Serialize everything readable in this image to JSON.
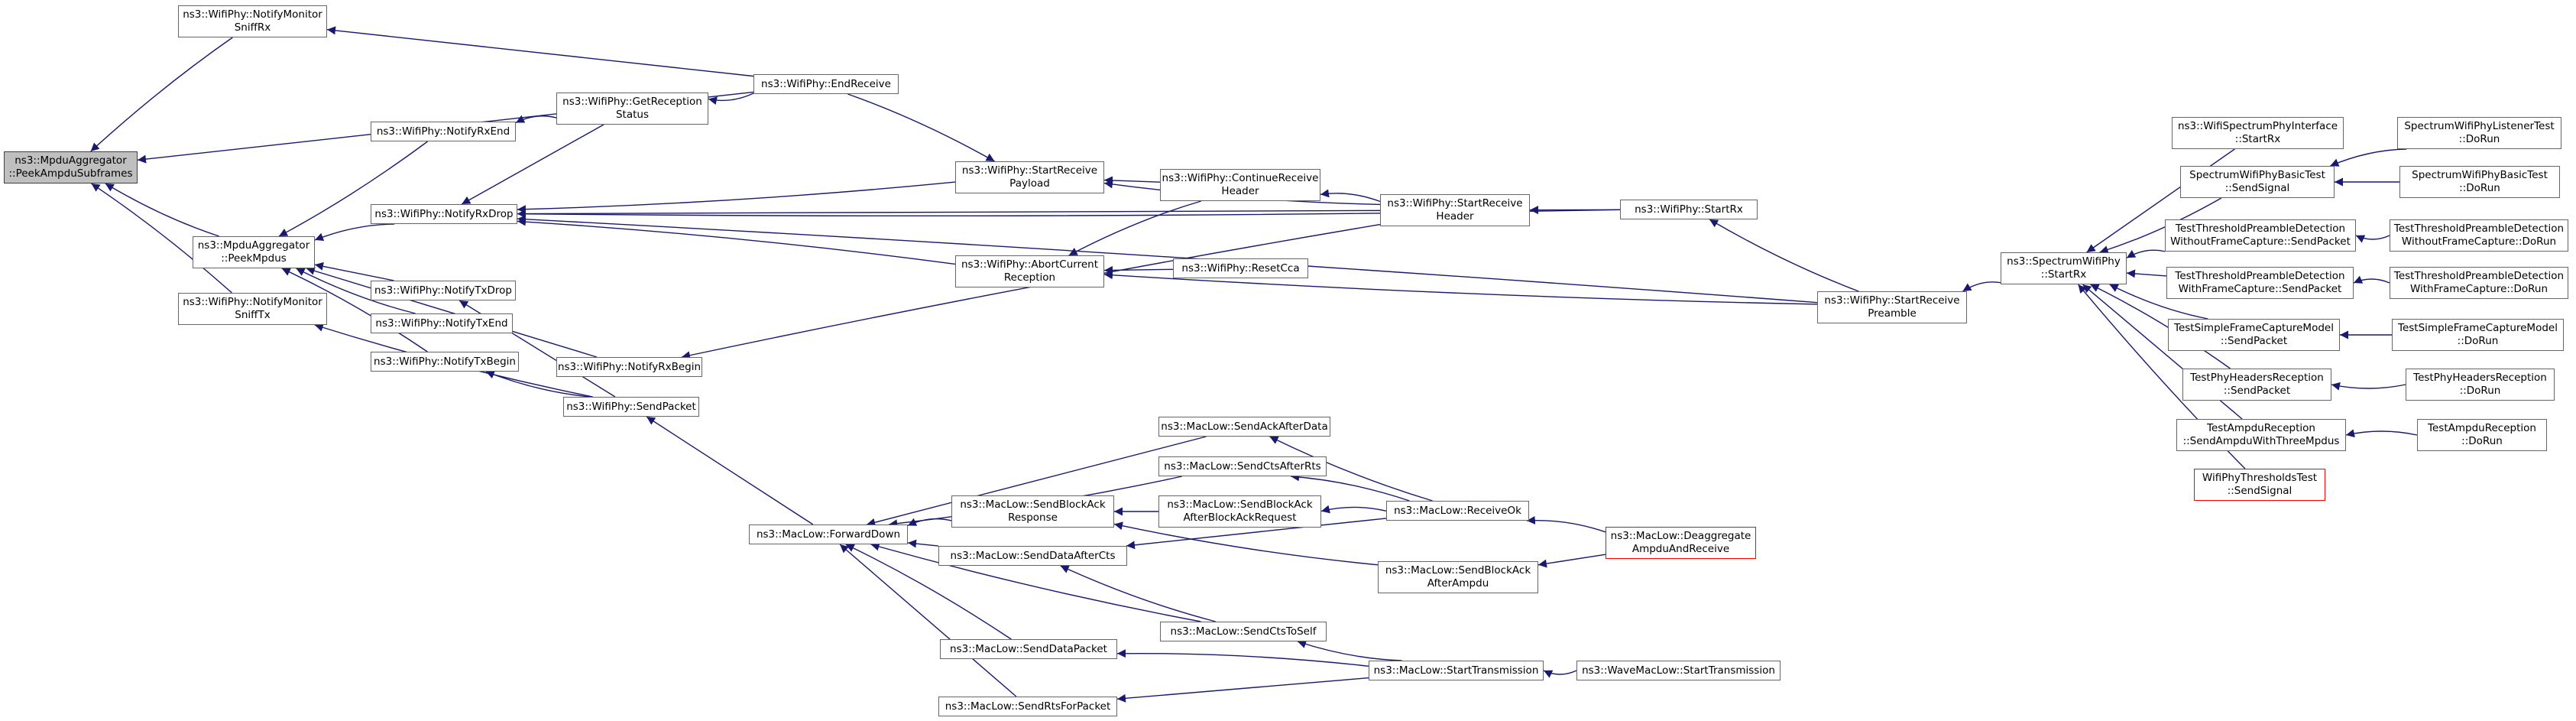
{
  "nodes": [
    {
      "id": "root",
      "label": "ns3::MpduAggregator\n::PeekAmpduSubframes",
      "style": "root"
    },
    {
      "id": "notifyMonitorSniffRx",
      "label": "ns3::WifiPhy::NotifyMonitor\nSniffRx"
    },
    {
      "id": "peekMpdus",
      "label": "ns3::MpduAggregator\n::PeekMpdus"
    },
    {
      "id": "notifyMonitorSniffTx",
      "label": "ns3::WifiPhy::NotifyMonitor\nSniffTx"
    },
    {
      "id": "notifyRxEnd",
      "label": "ns3::WifiPhy::NotifyRxEnd"
    },
    {
      "id": "notifyRxDrop",
      "label": "ns3::WifiPhy::NotifyRxDrop"
    },
    {
      "id": "notifyTxDrop",
      "label": "ns3::WifiPhy::NotifyTxDrop"
    },
    {
      "id": "notifyTxEnd",
      "label": "ns3::WifiPhy::NotifyTxEnd"
    },
    {
      "id": "notifyTxBegin",
      "label": "ns3::WifiPhy::NotifyTxBegin"
    },
    {
      "id": "notifyRxBegin",
      "label": "ns3::WifiPhy::NotifyRxBegin"
    },
    {
      "id": "sendPacket",
      "label": "ns3::WifiPhy::SendPacket"
    },
    {
      "id": "getReceptionStatus",
      "label": "ns3::WifiPhy::GetReception\nStatus"
    },
    {
      "id": "endReceive",
      "label": "ns3::WifiPhy::EndReceive"
    },
    {
      "id": "startReceivePayload",
      "label": "ns3::WifiPhy::StartReceive\nPayload"
    },
    {
      "id": "abortCurrentReception",
      "label": "ns3::WifiPhy::AbortCurrent\nReception"
    },
    {
      "id": "continueReceiveHeader",
      "label": "ns3::WifiPhy::ContinueReceive\nHeader"
    },
    {
      "id": "resetCca",
      "label": "ns3::WifiPhy::ResetCca"
    },
    {
      "id": "startReceiveHeader",
      "label": "ns3::WifiPhy::StartReceive\nHeader"
    },
    {
      "id": "startRx",
      "label": "ns3::WifiPhy::StartRx"
    },
    {
      "id": "startReceivePreamble",
      "label": "ns3::WifiPhy::StartReceive\nPreamble"
    },
    {
      "id": "spectrumStartRx",
      "label": "ns3::SpectrumWifiPhy\n::StartRx"
    },
    {
      "id": "wifiSpectrumPhyInterface",
      "label": "ns3::WifiSpectrumPhyInterface\n::StartRx"
    },
    {
      "id": "spectrumBasicSendSignal",
      "label": "SpectrumWifiPhyBasicTest\n::SendSignal"
    },
    {
      "id": "spectrumListenerDoRun",
      "label": "SpectrumWifiPhyListenerTest\n::DoRun"
    },
    {
      "id": "spectrumBasicDoRun",
      "label": "SpectrumWifiPhyBasicTest\n::DoRun"
    },
    {
      "id": "thresholdWithoutSend",
      "label": "TestThresholdPreambleDetection\nWithoutFrameCapture::SendPacket"
    },
    {
      "id": "thresholdWithoutDoRun",
      "label": "TestThresholdPreambleDetection\nWithoutFrameCapture::DoRun"
    },
    {
      "id": "thresholdWithSend",
      "label": "TestThresholdPreambleDetection\nWithFrameCapture::SendPacket"
    },
    {
      "id": "thresholdWithDoRun",
      "label": "TestThresholdPreambleDetection\nWithFrameCapture::DoRun"
    },
    {
      "id": "simpleFrameSend",
      "label": "TestSimpleFrameCaptureModel\n::SendPacket"
    },
    {
      "id": "simpleFrameDoRun",
      "label": "TestSimpleFrameCaptureModel\n::DoRun"
    },
    {
      "id": "phyHeadersSend",
      "label": "TestPhyHeadersReception\n::SendPacket"
    },
    {
      "id": "phyHeadersDoRun",
      "label": "TestPhyHeadersReception\n::DoRun"
    },
    {
      "id": "ampduSend",
      "label": "TestAmpduReception\n::SendAmpduWithThreeMpdus"
    },
    {
      "id": "ampduDoRun",
      "label": "TestAmpduReception\n::DoRun"
    },
    {
      "id": "thresholdsSendSignal",
      "label": "WifiPhyThresholdsTest\n::SendSignal",
      "style": "red"
    },
    {
      "id": "forwardDown",
      "label": "ns3::MacLow::ForwardDown"
    },
    {
      "id": "sendAckAfterData",
      "label": "ns3::MacLow::SendAckAfterData"
    },
    {
      "id": "sendCtsAfterRts",
      "label": "ns3::MacLow::SendCtsAfterRts"
    },
    {
      "id": "sendBlockAckResponse",
      "label": "ns3::MacLow::SendBlockAck\nResponse"
    },
    {
      "id": "sendBlockAckAfterBar",
      "label": "ns3::MacLow::SendBlockAck\nAfterBlockAckRequest"
    },
    {
      "id": "receiveOk",
      "label": "ns3::MacLow::ReceiveOk"
    },
    {
      "id": "deaggregate",
      "label": "ns3::MacLow::Deaggregate\nAmpduAndReceive",
      "style": "red"
    },
    {
      "id": "sendDataAfterCts",
      "label": "ns3::MacLow::SendDataAfterCts"
    },
    {
      "id": "sendBlockAckAfterAmpdu",
      "label": "ns3::MacLow::SendBlockAck\nAfterAmpdu"
    },
    {
      "id": "sendCtsToSelf",
      "label": "ns3::MacLow::SendCtsToSelf"
    },
    {
      "id": "sendDataPacket",
      "label": "ns3::MacLow::SendDataPacket"
    },
    {
      "id": "startTransmission",
      "label": "ns3::MacLow::StartTransmission"
    },
    {
      "id": "waveStartTransmission",
      "label": "ns3::WaveMacLow::StartTransmission"
    },
    {
      "id": "sendRtsForPacket",
      "label": "ns3::MacLow::SendRtsForPacket"
    }
  ],
  "edges": [
    [
      "notifyMonitorSniffRx",
      "root"
    ],
    [
      "endReceive",
      "root"
    ],
    [
      "peekMpdus",
      "root"
    ],
    [
      "notifyMonitorSniffTx",
      "root"
    ],
    [
      "endReceive",
      "notifyMonitorSniffRx"
    ],
    [
      "notifyRxEnd",
      "peekMpdus"
    ],
    [
      "notifyRxDrop",
      "peekMpdus"
    ],
    [
      "notifyTxDrop",
      "peekMpdus"
    ],
    [
      "notifyTxEnd",
      "peekMpdus"
    ],
    [
      "notifyTxBegin",
      "peekMpdus"
    ],
    [
      "notifyRxBegin",
      "peekMpdus"
    ],
    [
      "sendPacket",
      "notifyMonitorSniffTx"
    ],
    [
      "getReceptionStatus",
      "notifyRxEnd"
    ],
    [
      "getReceptionStatus",
      "notifyRxDrop"
    ],
    [
      "startReceivePayload",
      "notifyRxDrop"
    ],
    [
      "abortCurrentReception",
      "notifyRxDrop"
    ],
    [
      "startReceiveHeader",
      "notifyRxDrop"
    ],
    [
      "startRx",
      "notifyRxDrop"
    ],
    [
      "startReceivePreamble",
      "notifyRxDrop"
    ],
    [
      "sendPacket",
      "notifyTxDrop"
    ],
    [
      "sendPacket",
      "notifyTxBegin"
    ],
    [
      "startReceiveHeader",
      "notifyRxBegin"
    ],
    [
      "forwardDown",
      "sendPacket"
    ],
    [
      "endReceive",
      "getReceptionStatus"
    ],
    [
      "endReceive",
      "startReceivePayload"
    ],
    [
      "continueReceiveHeader",
      "startReceivePayload"
    ],
    [
      "startReceiveHeader",
      "startReceivePayload"
    ],
    [
      "continueReceiveHeader",
      "abortCurrentReception"
    ],
    [
      "resetCca",
      "abortCurrentReception"
    ],
    [
      "startReceivePreamble",
      "abortCurrentReception"
    ],
    [
      "startReceiveHeader",
      "continueReceiveHeader"
    ],
    [
      "startRx",
      "startReceiveHeader"
    ],
    [
      "startReceivePreamble",
      "startRx"
    ],
    [
      "spectrumStartRx",
      "startReceivePreamble"
    ],
    [
      "wifiSpectrumPhyInterface",
      "spectrumStartRx"
    ],
    [
      "spectrumBasicSendSignal",
      "spectrumStartRx"
    ],
    [
      "thresholdWithoutSend",
      "spectrumStartRx"
    ],
    [
      "thresholdWithSend",
      "spectrumStartRx"
    ],
    [
      "simpleFrameSend",
      "spectrumStartRx"
    ],
    [
      "phyHeadersSend",
      "spectrumStartRx"
    ],
    [
      "ampduSend",
      "spectrumStartRx"
    ],
    [
      "thresholdsSendSignal",
      "spectrumStartRx"
    ],
    [
      "spectrumListenerDoRun",
      "spectrumBasicSendSignal"
    ],
    [
      "spectrumBasicDoRun",
      "spectrumBasicSendSignal"
    ],
    [
      "thresholdWithoutDoRun",
      "thresholdWithoutSend"
    ],
    [
      "thresholdWithDoRun",
      "thresholdWithSend"
    ],
    [
      "simpleFrameDoRun",
      "simpleFrameSend"
    ],
    [
      "phyHeadersDoRun",
      "phyHeadersSend"
    ],
    [
      "ampduDoRun",
      "ampduSend"
    ],
    [
      "sendAckAfterData",
      "forwardDown"
    ],
    [
      "sendCtsAfterRts",
      "forwardDown"
    ],
    [
      "sendBlockAckResponse",
      "forwardDown"
    ],
    [
      "sendDataAfterCts",
      "forwardDown"
    ],
    [
      "sendCtsToSelf",
      "forwardDown"
    ],
    [
      "sendDataPacket",
      "forwardDown"
    ],
    [
      "sendRtsForPacket",
      "forwardDown"
    ],
    [
      "receiveOk",
      "sendAckAfterData"
    ],
    [
      "receiveOk",
      "sendCtsAfterRts"
    ],
    [
      "sendBlockAckAfterBar",
      "sendBlockAckResponse"
    ],
    [
      "sendBlockAckAfterAmpdu",
      "sendBlockAckResponse"
    ],
    [
      "receiveOk",
      "sendBlockAckAfterBar"
    ],
    [
      "receiveOk",
      "sendDataAfterCts"
    ],
    [
      "sendCtsToSelf",
      "sendDataAfterCts"
    ],
    [
      "deaggregate",
      "receiveOk"
    ],
    [
      "deaggregate",
      "sendBlockAckAfterAmpdu"
    ],
    [
      "startTransmission",
      "sendCtsToSelf"
    ],
    [
      "startTransmission",
      "sendDataPacket"
    ],
    [
      "startTransmission",
      "sendRtsForPacket"
    ],
    [
      "waveStartTransmission",
      "startTransmission"
    ]
  ],
  "colors": {
    "edge": "#191970",
    "root_fill": "#bfbfbf",
    "node_border": "#666666",
    "red_border": "#ff0000"
  }
}
